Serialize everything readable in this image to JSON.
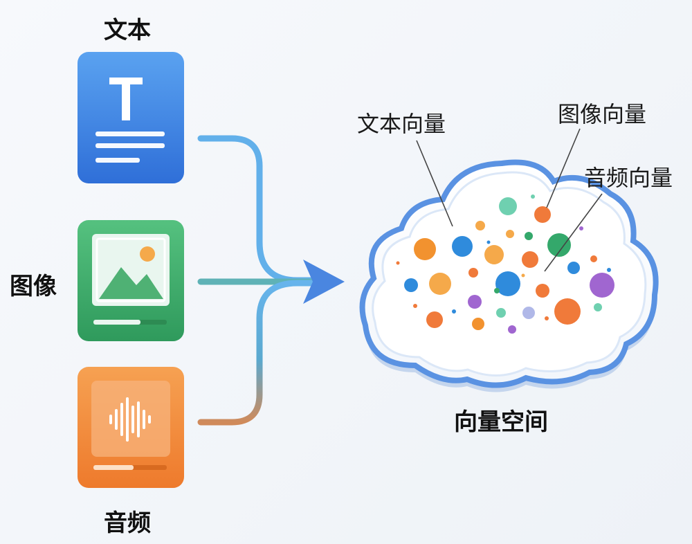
{
  "inputs": {
    "text": {
      "label": "文本",
      "icon": "text-document-icon",
      "color": "#3f86e6"
    },
    "image": {
      "label": "图像",
      "icon": "image-picture-icon",
      "color": "#3fae6c"
    },
    "audio": {
      "label": "音频",
      "icon": "audio-waveform-icon",
      "color": "#f08c3a"
    }
  },
  "vectors": {
    "text_vector_label": "文本向量",
    "image_vector_label": "图像向量",
    "audio_vector_label": "音频向量"
  },
  "space_label": "向量空间",
  "colors": {
    "arrow_top": "#62b0ea",
    "arrow_mid": "#5aa8d6",
    "arrow_head": "#4a86e0",
    "cloud_border": "#3f82df",
    "dot_orange": "#f2922f",
    "dot_blue": "#2f8bdc",
    "dot_green": "#34a86b",
    "dot_purple": "#a066d0",
    "dot_teal": "#6fd0b0"
  }
}
